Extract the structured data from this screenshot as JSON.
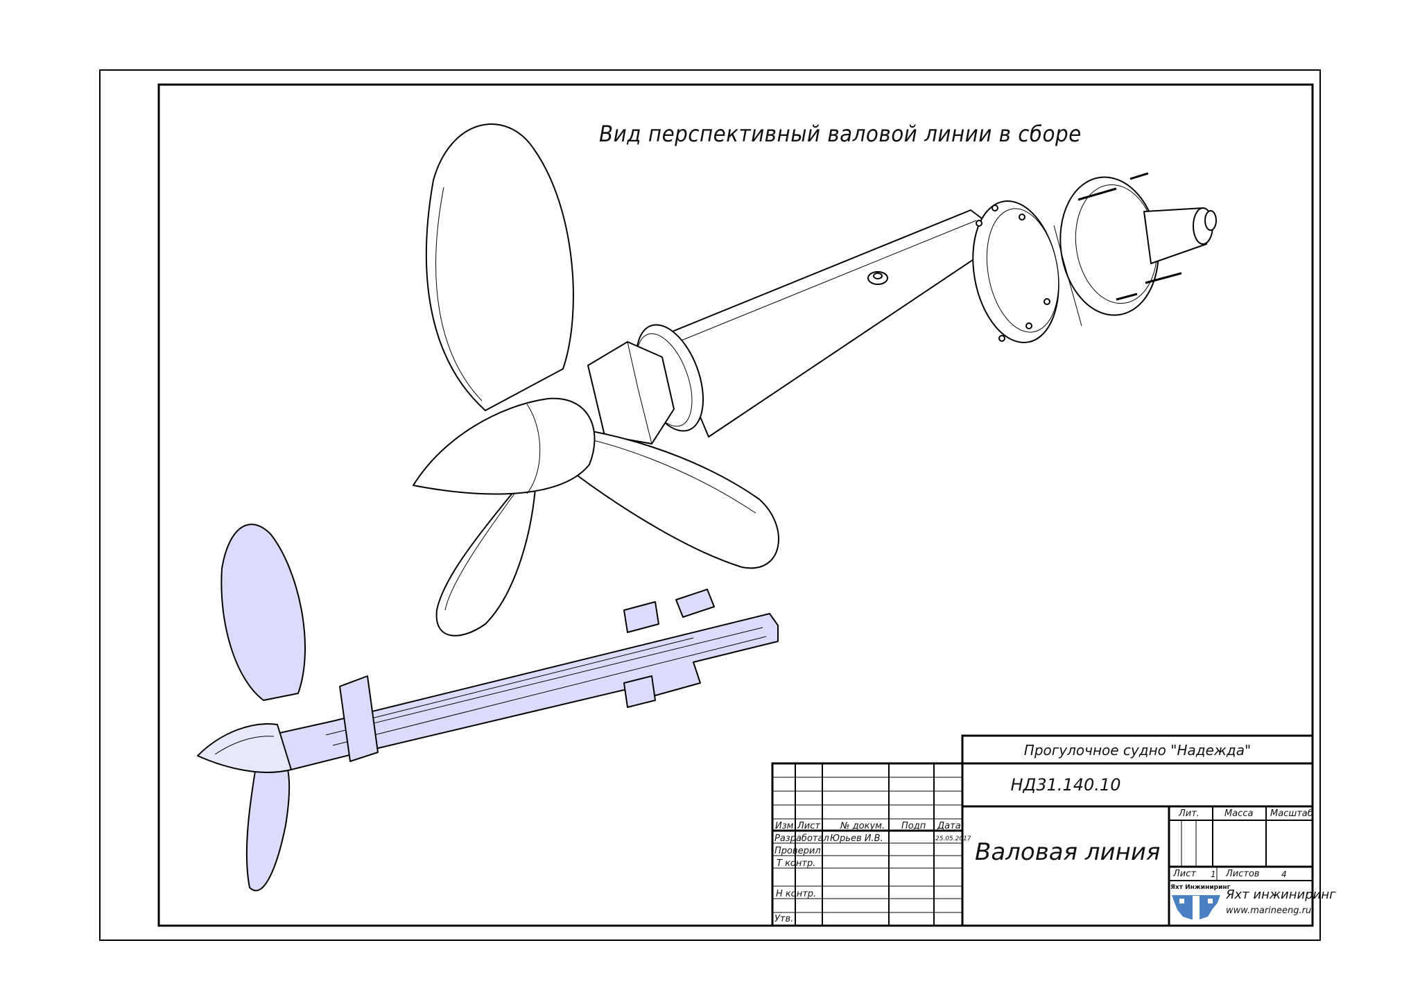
{
  "drawing": {
    "caption": "Вид перспективный валовой линии в сборе",
    "views": [
      {
        "name": "perspective-view"
      },
      {
        "name": "section-view",
        "fill_color": "#dcdcfa"
      }
    ]
  },
  "title_block": {
    "project": "Прогулочное судно \"Надежда\"",
    "designation": "НД31.140.10",
    "part_name": "Валовая линия",
    "headers": {
      "izm": "Изм",
      "list": "Лист",
      "doc_no": "№ докум.",
      "sign": "Подп",
      "date": "Дата"
    },
    "roles": {
      "developed": "Разработал",
      "checked": "Проверил",
      "t_control": "Т контр.",
      "n_control": "Н контр.",
      "approved": "Утв."
    },
    "developer_name": "Юрьев И.В.",
    "develop_date": "25.05.2017",
    "lit_label": "Лит.",
    "mass_label": "Масса",
    "scale_label": "Масштаб",
    "sheet_label": "Лист",
    "sheet_value": "1",
    "sheets_label": "Листов",
    "sheets_value": "4",
    "company_logo_text": "Яхт Инжиниринг",
    "company_name": "Яхт инжиниринг",
    "company_site": "www.marineeng.ru",
    "logo_color": "#4a7fc1"
  }
}
